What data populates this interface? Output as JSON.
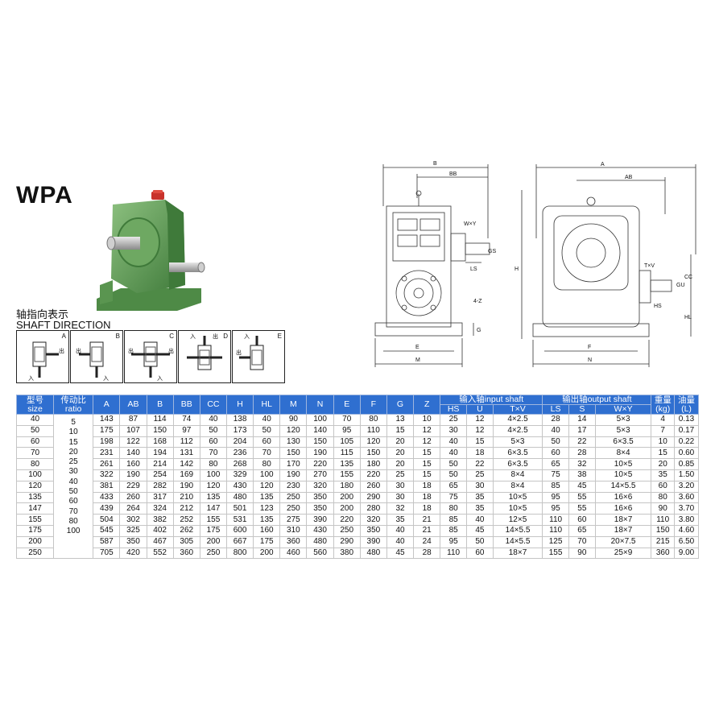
{
  "title": "WPA",
  "shaft_direction": {
    "label_cn": "轴指向表示",
    "label_en": "SHAFT DIRECTION",
    "in_label": "入",
    "out_label": "出",
    "boxes": [
      "A",
      "B",
      "C",
      "D",
      "E"
    ]
  },
  "drawing_labels": {
    "left": {
      "B": "B",
      "BB": "BB",
      "WxY": "W×Y",
      "GS": "GS",
      "LS": "LS",
      "H": "H",
      "Z": "4-Z",
      "G": "G",
      "E": "E",
      "M": "M"
    },
    "right": {
      "A": "A",
      "AB": "AB",
      "TxV": "T×V",
      "GU": "GU",
      "CC": "CC",
      "HS": "HS",
      "HL": "HL",
      "F": "F",
      "N": "N"
    }
  },
  "table": {
    "header": {
      "size_cn": "型号",
      "size_en": "size",
      "ratio_cn": "传动比",
      "ratio_en": "ratio",
      "cols": [
        "A",
        "AB",
        "B",
        "BB",
        "CC",
        "H",
        "HL",
        "M",
        "N",
        "E",
        "F",
        "G",
        "Z"
      ],
      "input_group": "输入轴input shaft",
      "output_group": "输出轴output shaft",
      "input_cols": [
        "HS",
        "U",
        "T×V"
      ],
      "output_cols": [
        "LS",
        "S",
        "W×Y"
      ],
      "weight_cn": "重量",
      "weight_unit": "(kg)",
      "oil_cn": "油量",
      "oil_unit": "(L)"
    },
    "ratios": [
      "5",
      "10",
      "15",
      "20",
      "25",
      "30",
      "40",
      "50",
      "60",
      "70",
      "80",
      "100"
    ],
    "rows": [
      [
        "40",
        "143",
        "87",
        "114",
        "74",
        "40",
        "138",
        "40",
        "90",
        "100",
        "70",
        "80",
        "13",
        "10",
        "25",
        "12",
        "4×2.5",
        "28",
        "14",
        "5×3",
        "4",
        "0.13"
      ],
      [
        "50",
        "175",
        "107",
        "150",
        "97",
        "50",
        "173",
        "50",
        "120",
        "140",
        "95",
        "110",
        "15",
        "12",
        "30",
        "12",
        "4×2.5",
        "40",
        "17",
        "5×3",
        "7",
        "0.17"
      ],
      [
        "60",
        "198",
        "122",
        "168",
        "112",
        "60",
        "204",
        "60",
        "130",
        "150",
        "105",
        "120",
        "20",
        "12",
        "40",
        "15",
        "5×3",
        "50",
        "22",
        "6×3.5",
        "10",
        "0.22"
      ],
      [
        "70",
        "231",
        "140",
        "194",
        "131",
        "70",
        "236",
        "70",
        "150",
        "190",
        "115",
        "150",
        "20",
        "15",
        "40",
        "18",
        "6×3.5",
        "60",
        "28",
        "8×4",
        "15",
        "0.60"
      ],
      [
        "80",
        "261",
        "160",
        "214",
        "142",
        "80",
        "268",
        "80",
        "170",
        "220",
        "135",
        "180",
        "20",
        "15",
        "50",
        "22",
        "6×3.5",
        "65",
        "32",
        "10×5",
        "20",
        "0.85"
      ],
      [
        "100",
        "322",
        "190",
        "254",
        "169",
        "100",
        "329",
        "100",
        "190",
        "270",
        "155",
        "220",
        "25",
        "15",
        "50",
        "25",
        "8×4",
        "75",
        "38",
        "10×5",
        "35",
        "1.50"
      ],
      [
        "120",
        "381",
        "229",
        "282",
        "190",
        "120",
        "430",
        "120",
        "230",
        "320",
        "180",
        "260",
        "30",
        "18",
        "65",
        "30",
        "8×4",
        "85",
        "45",
        "14×5.5",
        "60",
        "3.20"
      ],
      [
        "135",
        "433",
        "260",
        "317",
        "210",
        "135",
        "480",
        "135",
        "250",
        "350",
        "200",
        "290",
        "30",
        "18",
        "75",
        "35",
        "10×5",
        "95",
        "55",
        "16×6",
        "80",
        "3.60"
      ],
      [
        "147",
        "439",
        "264",
        "324",
        "212",
        "147",
        "501",
        "123",
        "250",
        "350",
        "200",
        "280",
        "32",
        "18",
        "80",
        "35",
        "10×5",
        "95",
        "55",
        "16×6",
        "90",
        "3.70"
      ],
      [
        "155",
        "504",
        "302",
        "382",
        "252",
        "155",
        "531",
        "135",
        "275",
        "390",
        "220",
        "320",
        "35",
        "21",
        "85",
        "40",
        "12×5",
        "110",
        "60",
        "18×7",
        "110",
        "3.80"
      ],
      [
        "175",
        "545",
        "325",
        "402",
        "262",
        "175",
        "600",
        "160",
        "310",
        "430",
        "250",
        "350",
        "40",
        "21",
        "85",
        "45",
        "14×5.5",
        "110",
        "65",
        "18×7",
        "150",
        "4.60"
      ],
      [
        "200",
        "587",
        "350",
        "467",
        "305",
        "200",
        "667",
        "175",
        "360",
        "480",
        "290",
        "390",
        "40",
        "24",
        "95",
        "50",
        "14×5.5",
        "125",
        "70",
        "20×7.5",
        "215",
        "6.50"
      ],
      [
        "250",
        "705",
        "420",
        "552",
        "360",
        "250",
        "800",
        "200",
        "460",
        "560",
        "380",
        "480",
        "45",
        "28",
        "110",
        "60",
        "18×7",
        "155",
        "90",
        "25×9",
        "360",
        "9.00"
      ]
    ]
  },
  "colors": {
    "header_bg": "#2f6fd0",
    "gear_green": "#5f9e55",
    "gear_dark": "#3f7a3a",
    "cap_red": "#c8322b"
  }
}
